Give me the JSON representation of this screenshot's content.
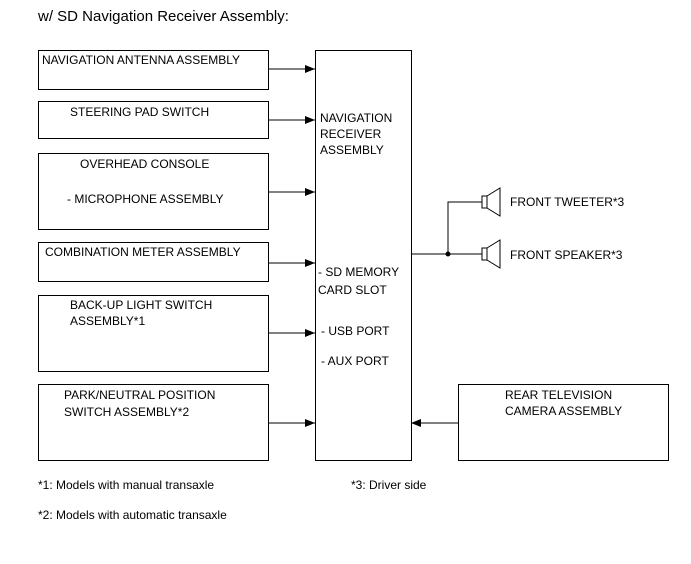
{
  "title": "w/ SD Navigation Receiver Assembly:",
  "inputs": {
    "antenna": "NAVIGATION ANTENNA ASSEMBLY",
    "steering_pad": "STEERING PAD SWITCH",
    "overhead_title": "OVERHEAD CONSOLE",
    "overhead_sub": "- MICROPHONE ASSEMBLY",
    "combination_meter": "COMBINATION METER ASSEMBLY",
    "backup_line1": "BACK-UP LIGHT SWITCH",
    "backup_line2": "ASSEMBLY*1",
    "park_line1": "PARK/NEUTRAL POSITION",
    "park_line2": "SWITCH ASSEMBLY*2"
  },
  "receiver": {
    "line1": "NAVIGATION",
    "line2": "RECEIVER",
    "line3": "ASSEMBLY",
    "sd_line1": "- SD MEMORY",
    "sd_line2": "CARD SLOT",
    "usb": "- USB PORT",
    "aux": "- AUX PORT"
  },
  "camera": {
    "line1": "REAR TELEVISION",
    "line2": "CAMERA ASSEMBLY"
  },
  "outputs": {
    "tweeter": "FRONT TWEETER*3",
    "speaker": "FRONT SPEAKER*3"
  },
  "notes": {
    "n1": "*1: Models with manual transaxle",
    "n2": "*2: Models with automatic transaxle",
    "n3": "*3: Driver side"
  }
}
